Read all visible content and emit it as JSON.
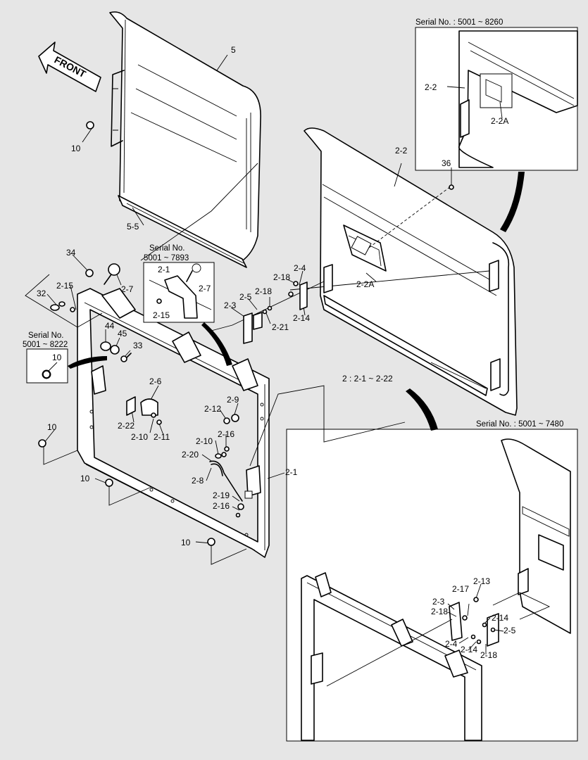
{
  "front_arrow": "FRONT",
  "serial_notes": {
    "inset_top_right": "Serial No. : 5001 ~ 8260",
    "inset_bottom_right": "Serial No. : 5001 ~ 7480",
    "inset_bracket_title": "Serial No.",
    "inset_bracket_range": "5001 ~ 7893",
    "inset_bolt_title": "Serial No.",
    "inset_bolt_range": "5001 ~ 8222"
  },
  "assembly_note": "2 : 2-1 ~ 2-22",
  "callouts": {
    "c5": "5",
    "c10a": "10",
    "c5_5": "5-5",
    "c34": "34",
    "c2_7a": "2-7",
    "c2_15a": "2-15",
    "c32": "32",
    "c44": "44",
    "c45": "45",
    "c33": "33",
    "c10b": "10",
    "c2_1a": "2-1",
    "c2_7b": "2-7",
    "c2_15b": "2-15",
    "c2_2a": "2-2",
    "c36": "36",
    "c2_2A_a": "2-2A",
    "c2_4a": "2-4",
    "c2_18a": "2-18",
    "c2_5a": "2-5",
    "c2_18b": "2-18",
    "c2_3a": "2-3",
    "c2_14a": "2-14",
    "c2_21": "2-21",
    "c2_6": "2-6",
    "c2_22a": "2-22",
    "c2_10a": "2-10",
    "c2_11": "2-11",
    "c2_9": "2-9",
    "c2_12": "2-12",
    "c2_16a": "2-16",
    "c2_10b": "2-10",
    "c2_20": "2-20",
    "c2_8": "2-8",
    "c2_1b": "2-1",
    "c2_19": "2-19",
    "c2_16b": "2-16",
    "c10c": "10",
    "c10d": "10",
    "c10e": "10",
    "c2_2b": "2-2",
    "c2_2A_b": "2-2A",
    "c2_17": "2-17",
    "c2_13": "2-13",
    "c2_3b": "2-3",
    "c2_18c": "2-18",
    "c2_14b": "2-14",
    "c2_5b": "2-5",
    "c2_4b": "2-4",
    "c2_14c": "2-14",
    "c2_18d": "2-18"
  }
}
